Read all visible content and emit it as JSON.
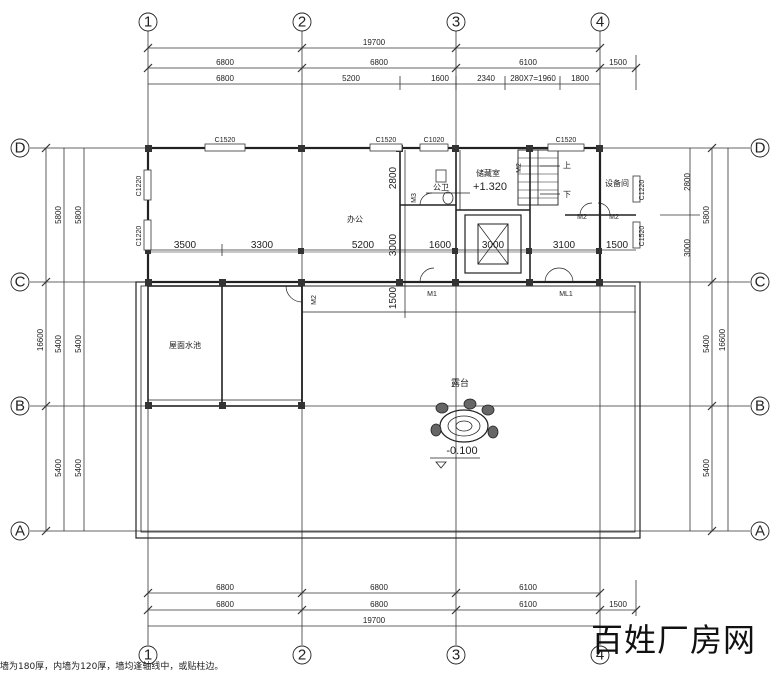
{
  "axes": {
    "columns": [
      "1",
      "2",
      "3",
      "4"
    ],
    "rows": [
      "D",
      "C",
      "B",
      "A"
    ]
  },
  "dimensions": {
    "top_total": "19700",
    "top_row1": [
      "6800",
      "6800",
      "6100",
      "1500"
    ],
    "top_row2": [
      "6800",
      "5200",
      "1600",
      "2340",
      "280X7=1960",
      "1800"
    ],
    "bottom_row1": [
      "6800",
      "6800",
      "6100"
    ],
    "bottom_row2": [
      "6800",
      "6800",
      "6100",
      "1500"
    ],
    "bottom_total": "19700",
    "left_outer": "16600",
    "left_segments": [
      "5800",
      "5400",
      "5400"
    ],
    "left_inner": [
      "5800",
      "5400",
      "5400"
    ],
    "right_outer": "16600",
    "right_segments": [
      "5800",
      "5400",
      "5400"
    ],
    "right_inner": [
      "2800",
      "3000"
    ],
    "interior_row": [
      "3500",
      "3300",
      "5200",
      "1600",
      "3000",
      "3100",
      "1500"
    ],
    "interior_vertical": [
      "2800",
      "3000",
      "1500"
    ]
  },
  "rooms": {
    "office": "办公",
    "storage": "储藏室",
    "storage_level": "+1.320",
    "toilet": "公卫",
    "equipment": "设备间",
    "roof_pool": "屋面水池",
    "terrace": "露台",
    "terrace_level": "-0.100",
    "stair_up": "上",
    "stair_down": "下"
  },
  "windows": [
    "C1520",
    "C1520",
    "C1020",
    "C1520",
    "C1220",
    "C1220",
    "C1220",
    "C1520"
  ],
  "doors": [
    "M1",
    "M2",
    "M2",
    "M2",
    "M2",
    "M3",
    "ML1"
  ],
  "note": "墙为180厚，内墙为120厚，墙均逢轴线中，或贴柱边。",
  "watermark": "百姓厂房网"
}
